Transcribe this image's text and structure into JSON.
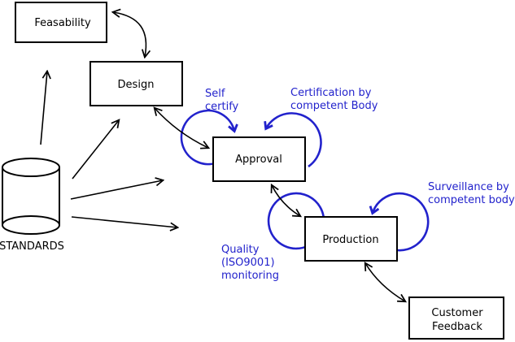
{
  "diagram": {
    "nodes": {
      "feasability": {
        "label": "Feasability"
      },
      "design": {
        "label": "Design"
      },
      "approval": {
        "label": "Approval"
      },
      "production": {
        "label": "Production"
      },
      "customer_feedback": {
        "line1": "Customer",
        "line2": "Feedback"
      },
      "standards": {
        "label": "STANDARDS"
      }
    },
    "annotations": {
      "self_certify": {
        "line1": "Self",
        "line2": "certify"
      },
      "certification": {
        "line1": "Certification by",
        "line2": "competent Body"
      },
      "surveillance": {
        "line1": "Surveillance by",
        "line2": "competent body"
      },
      "quality": {
        "line1": "Quality",
        "line2": "(ISO9001)",
        "line3": "monitoring"
      }
    },
    "colors": {
      "line_black": "#000000",
      "annotation_blue": "#2222cc",
      "background": "#ffffff"
    }
  }
}
